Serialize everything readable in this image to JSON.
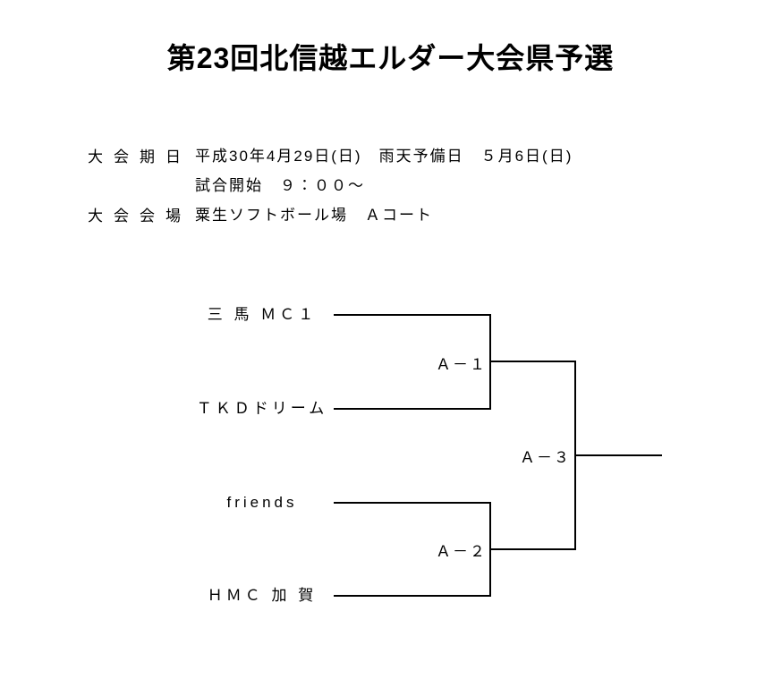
{
  "page": {
    "background_color": "#ffffff",
    "text_color": "#000000"
  },
  "title": "第23回北信越エルダー大会県予選",
  "info": {
    "date_label": "大会期日",
    "date_value": "平成30年4月29日(日)　雨天予備日　５月6日(日)",
    "start_time": "試合開始　９：００～",
    "venue_label": "大会会場",
    "venue_value": "粟生ソフトボール場　Ａコート"
  },
  "bracket": {
    "teams": [
      {
        "name": "三 馬 ＭＣ１"
      },
      {
        "name": "ＴＫＤドリーム"
      },
      {
        "name": "friends"
      },
      {
        "name": "ＨＭＣ 加 賀"
      }
    ],
    "matches": [
      {
        "label": "Ａ－１"
      },
      {
        "label": "Ａ－２"
      },
      {
        "label": "Ａ－３"
      }
    ]
  }
}
